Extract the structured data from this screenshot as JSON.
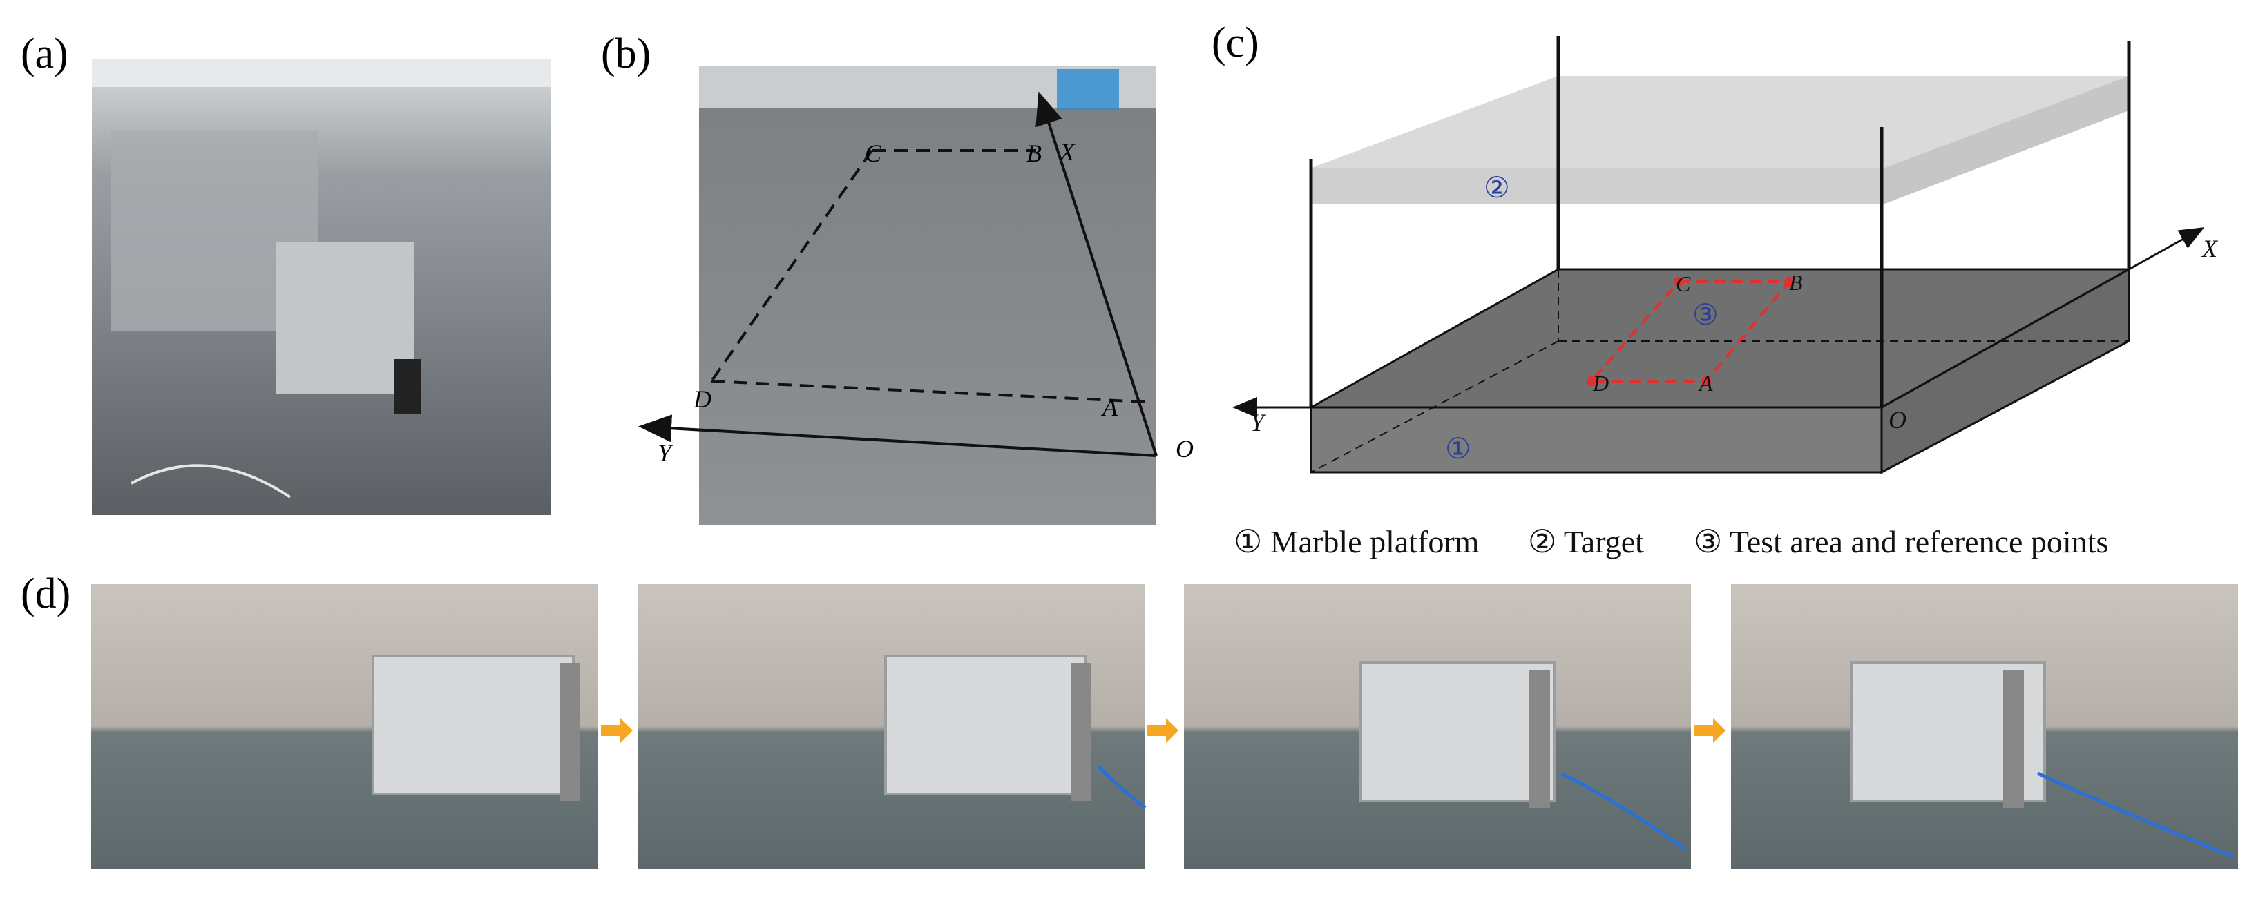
{
  "panels": {
    "a": {
      "label": "(a)"
    },
    "b": {
      "label": "(b)",
      "points": {
        "A": "A",
        "B": "B",
        "C": "C",
        "D": "D",
        "O": "O",
        "X": "X",
        "Y": "Y"
      }
    },
    "c": {
      "label": "(c)",
      "points": {
        "A": "A",
        "B": "B",
        "C": "C",
        "D": "D",
        "O": "O",
        "X": "X",
        "Y": "Y"
      },
      "markers": {
        "platform": "①",
        "target": "②",
        "area": "③"
      }
    },
    "d": {
      "label": "(d)"
    }
  },
  "legend": [
    "① Marble platform",
    "② Target",
    "③ Test area and reference points"
  ],
  "colors": {
    "test_area": "#e03030",
    "marker_blue": "#2a3f9a",
    "arrow_orange": "#f5a623",
    "platform_top": "#6d6d6d",
    "platform_front": "#7a7a7a",
    "target_band": "#d4d4d4"
  },
  "icons": {
    "sequence_arrow": "right-arrow-icon"
  }
}
